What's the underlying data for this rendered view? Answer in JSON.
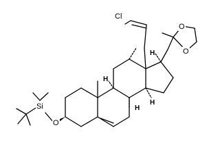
{
  "diagram": {
    "type": "chemical-structure",
    "atom_labels": {
      "chlorine": "Cl",
      "ring_oxygen_1": "O",
      "ring_oxygen_2": "O",
      "ether_oxygen": "O",
      "silicon": "Si"
    },
    "stereo_labels": {
      "h8": "H",
      "h9": "H",
      "h14": "H",
      "h17": "H"
    }
  }
}
